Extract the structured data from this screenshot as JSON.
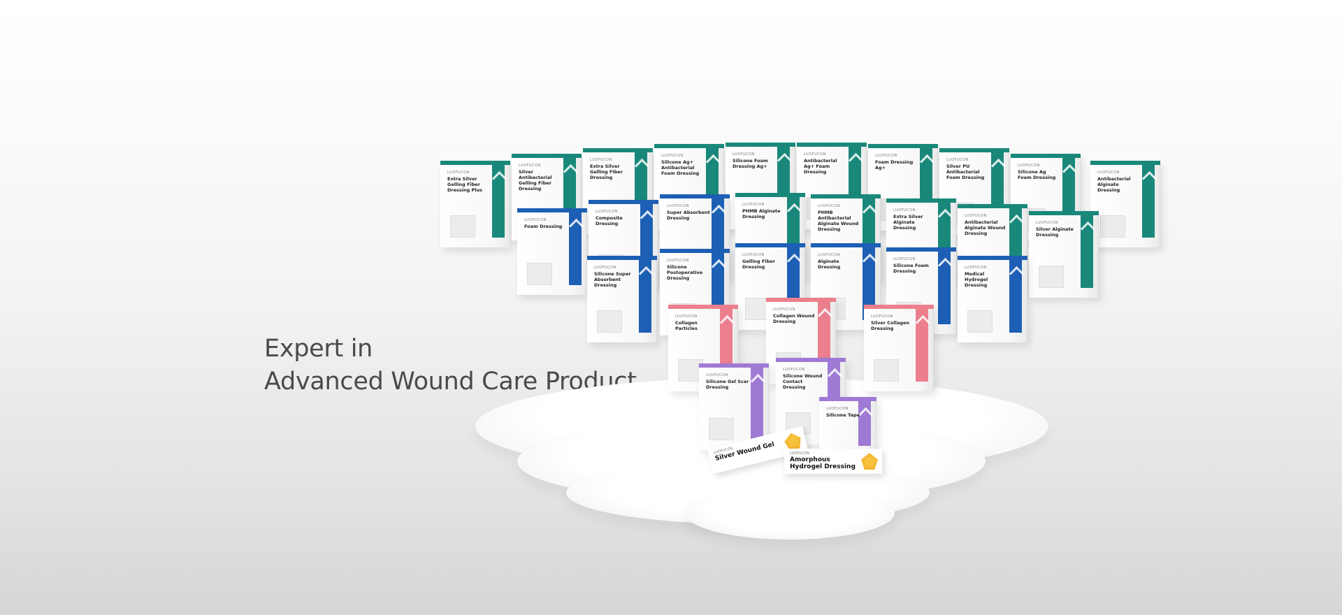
{
  "hero": {
    "headline_line1": "Expert in",
    "headline_line2": "Advanced Wound Care Product"
  },
  "showcase": {
    "brand_mark": "LUOFUCON",
    "products": [
      {
        "name": "Extra Silver Gelling Fiber Dressing Plus",
        "color": "#19887a"
      },
      {
        "name": "Silver Antibacterial Gelling Fiber Dressing",
        "color": "#19887a"
      },
      {
        "name": "Extra Silver Gelling Fiber Dressing",
        "color": "#19887a"
      },
      {
        "name": "Silicone Ag+ Antibacterial Foam Dressing",
        "color": "#19887a"
      },
      {
        "name": "Silicone Foam Dressing Ag+",
        "color": "#19887a"
      },
      {
        "name": "Antibacterial Ag+ Foam Dressing",
        "color": "#19887a"
      },
      {
        "name": "Foam Dressing Ag+",
        "color": "#19887a"
      },
      {
        "name": "Silver PU Antibacterial Foam Dressing",
        "color": "#19887a"
      },
      {
        "name": "Silicone Ag Foam Dressing",
        "color": "#19887a"
      },
      {
        "name": "Antibacterial Alginate Dressing",
        "color": "#19887a"
      },
      {
        "name": "Foam Dressing",
        "color": "#1d5fb4"
      },
      {
        "name": "Composite Dressing",
        "color": "#1d5fb4"
      },
      {
        "name": "Super Absorbent Dressing",
        "color": "#1d5fb4"
      },
      {
        "name": "PHMB Alginate Dressing",
        "color": "#19887a"
      },
      {
        "name": "PHMB Antibacterial Alginate Wound Dressing",
        "color": "#19887a"
      },
      {
        "name": "Extra Silver Alginate Dressing",
        "color": "#19887a"
      },
      {
        "name": "Antibacterial Alginate Wound Dressing",
        "color": "#19887a"
      },
      {
        "name": "Silver Alginate Dressing",
        "color": "#19887a"
      },
      {
        "name": "Silicone Super Absorbent Dressing",
        "color": "#1d5fb4"
      },
      {
        "name": "Silicone Postoperative Dressing",
        "color": "#1d5fb4"
      },
      {
        "name": "Gelling Fiber Dressing",
        "color": "#1d5fb4"
      },
      {
        "name": "Alginate Dressing",
        "color": "#1d5fb4"
      },
      {
        "name": "Silicone Foam Dressing",
        "color": "#1d5fb4"
      },
      {
        "name": "Medical Hydrogel Dressing",
        "color": "#1d5fb4"
      },
      {
        "name": "Collagen Particles",
        "color": "#ec7f8e"
      },
      {
        "name": "Collagen Wound Dressing",
        "color": "#ec7f8e"
      },
      {
        "name": "Silver Collagen Dressing",
        "color": "#ec7f8e"
      },
      {
        "name": "Silicone Gel Scar Dressing",
        "color": "#9f7ad4"
      },
      {
        "name": "Silicone Wound Contact Dressing",
        "color": "#9f7ad4"
      },
      {
        "name": "Silicone Tape",
        "color": "#9f7ad4"
      }
    ],
    "tubes": [
      {
        "name": "Silver Wound Gel"
      },
      {
        "name": "Amorphous Hydrogel Dressing"
      }
    ]
  }
}
